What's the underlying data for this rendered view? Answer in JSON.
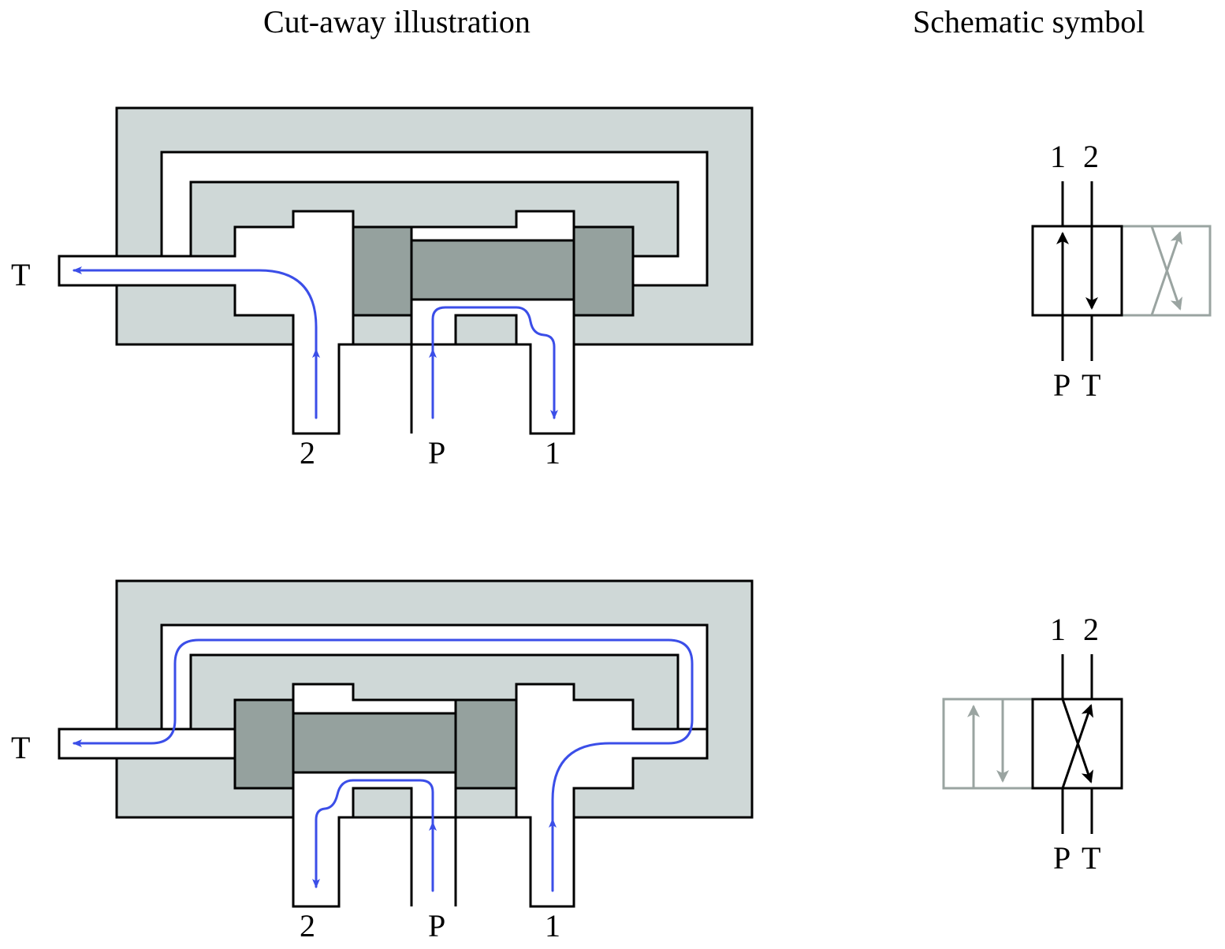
{
  "headings": {
    "cutaway": "Cut-away illustration",
    "schematic": "Schematic symbol"
  },
  "ports": {
    "tank": "T",
    "port_2": "2",
    "pressure": "P",
    "port_1": "1"
  },
  "colors": {
    "housing": "#cfd8d7",
    "spool": "#95a19e",
    "flow_arrows": "#3b4ee8",
    "inactive_symbol": "#9aa4a1",
    "outline": "#000000"
  },
  "positions": [
    {
      "id": "position-a",
      "spool_state": "shifted-right",
      "flow": [
        "P → 1",
        "2 → T"
      ],
      "symbol": {
        "active_envelope": "parallel",
        "inactive_envelope": "crossed",
        "top_labels": [
          "1",
          "2"
        ],
        "bottom_labels": [
          "P",
          "T"
        ]
      }
    },
    {
      "id": "position-b",
      "spool_state": "shifted-left",
      "flow": [
        "P → 2",
        "1 → T"
      ],
      "symbol": {
        "active_envelope": "crossed",
        "inactive_envelope": "parallel",
        "top_labels": [
          "1",
          "2"
        ],
        "bottom_labels": [
          "P",
          "T"
        ]
      }
    }
  ]
}
